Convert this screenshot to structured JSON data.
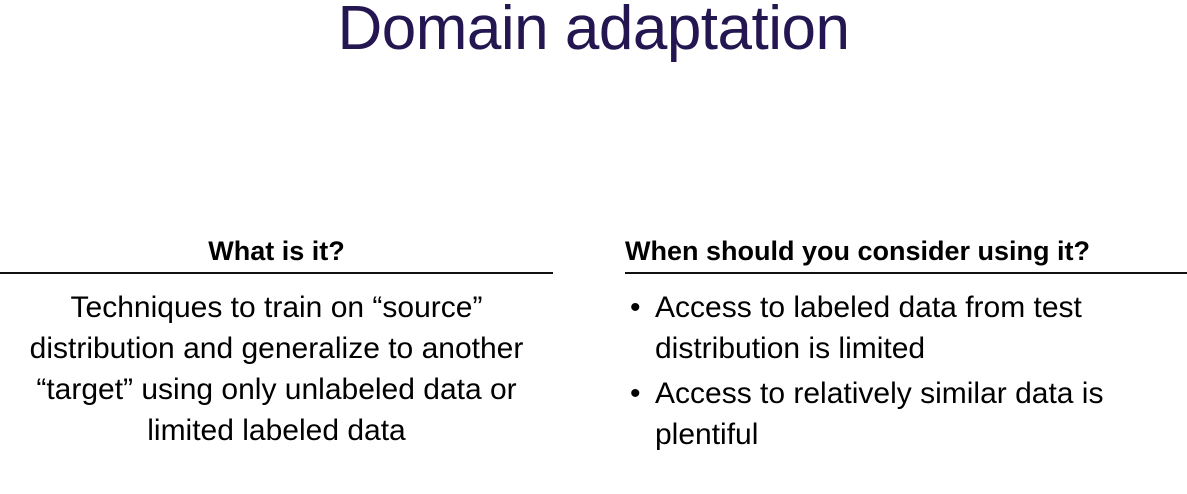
{
  "slide": {
    "title": "Domain adaptation",
    "title_color": "#231651",
    "background_color": "#ffffff",
    "rule_color": "#111111",
    "body_text_color": "#000000"
  },
  "columns": [
    {
      "header": "What is it?",
      "header_align": "center",
      "body_align": "center",
      "body_text": "Techniques to train on “source” distribution and generalize to another “target” using only unlabeled data or limited labeled data"
    },
    {
      "header": "When should you consider using it?",
      "header_align": "left",
      "bullet_glyph": "•",
      "bullets": [
        "Access to labeled data from test distribution is limited",
        "Access to relatively similar data is plentiful"
      ]
    }
  ]
}
